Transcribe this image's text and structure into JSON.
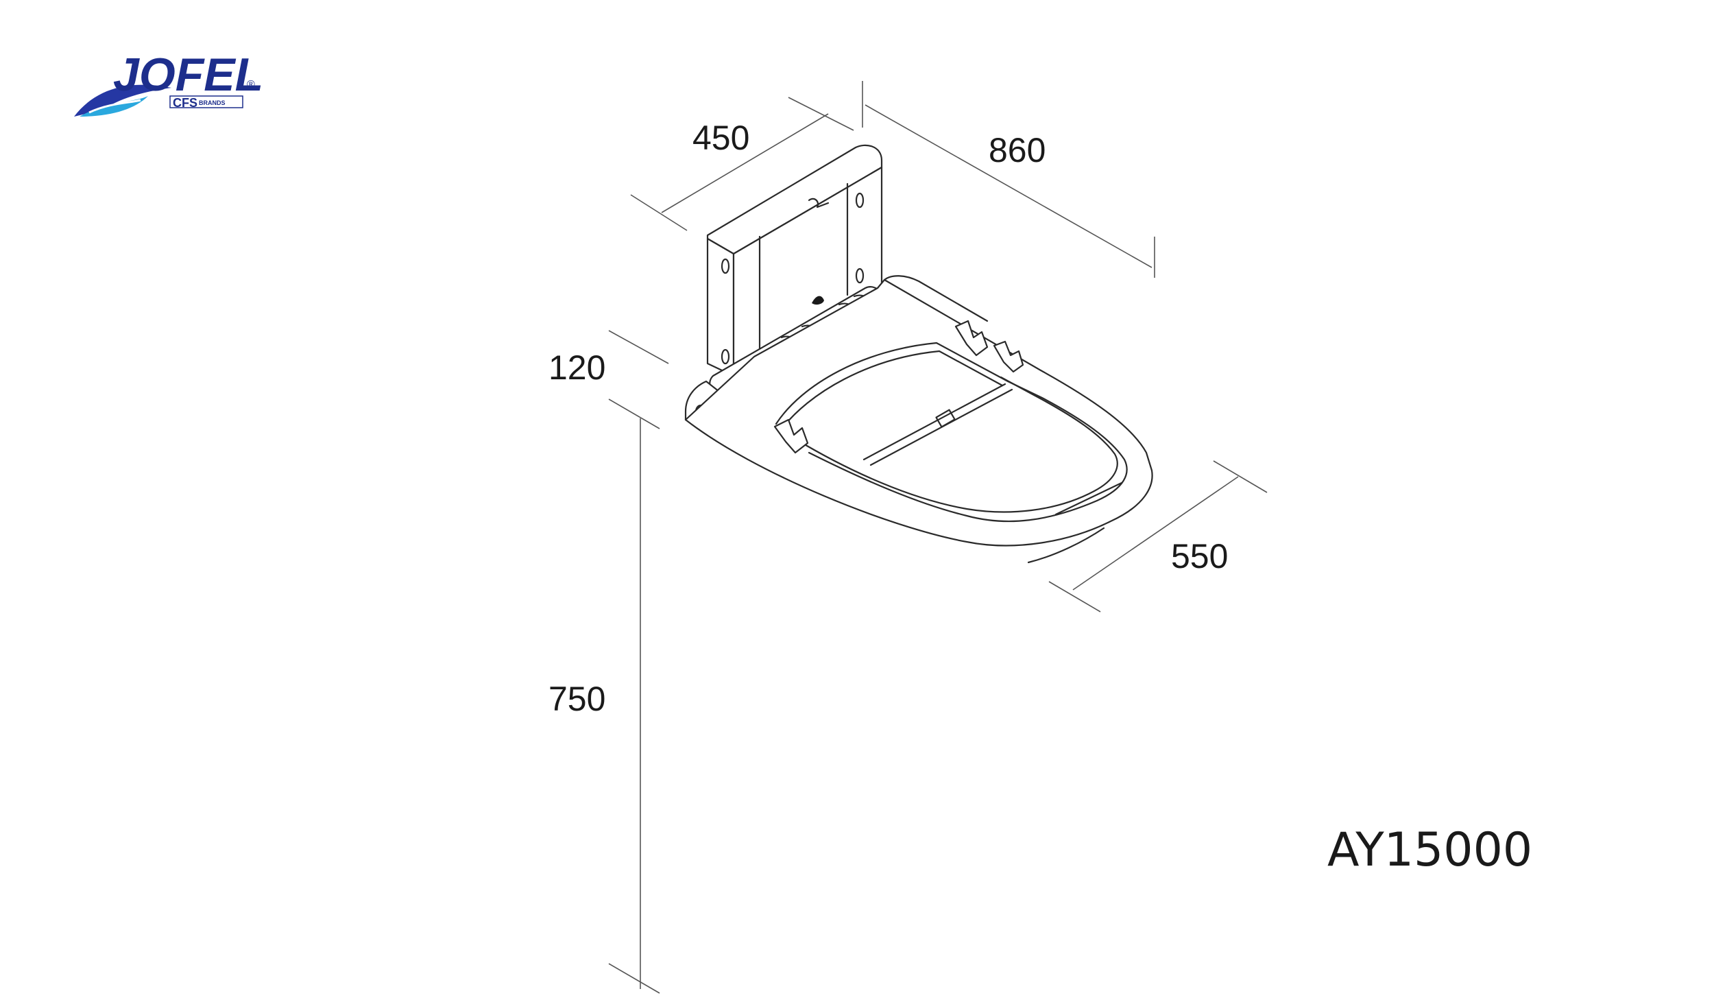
{
  "brand": {
    "name": "JOFEL",
    "registered_mark": "®",
    "sub_brand": "CFS",
    "sub_brand_suffix": "BRANDS",
    "colors": {
      "primary": "#1d2e8c",
      "wave_dark": "#2537a3",
      "wave_light": "#2aa8de"
    }
  },
  "dimensions": {
    "width": "450",
    "length": "860",
    "wall_depth": "120",
    "mount_height": "750",
    "open_depth": "550"
  },
  "product_code": "AY15000"
}
